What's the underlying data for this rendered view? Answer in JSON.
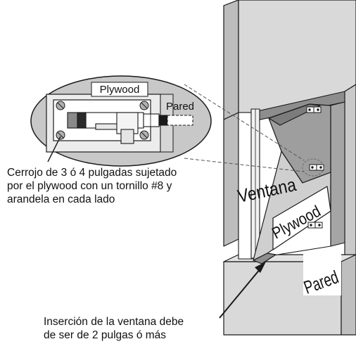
{
  "labels": {
    "detail_plywood": "Plywood",
    "detail_wall": "Pared",
    "window": "Ventana",
    "board_plywood": "Plywood",
    "wall": "Pared"
  },
  "bolt_caption": [
    "Cerrojo de 3 ó 4 pulgadas sujetado",
    "por el plywood con un tornillo #8 y",
    "arandela en cada lado"
  ],
  "insertion_caption": [
    "Inserción de la ventana debe",
    "de ser de 2 pulgas ó más"
  ],
  "colors": {
    "wall_light": "#dcdcdc",
    "wall_mid": "#bfbfbf",
    "wall_dark": "#9a9a9a",
    "plywood_gray": "#a9a9a9",
    "detail_oval": "#c8c8c8",
    "outline": "#1a1a1a"
  }
}
